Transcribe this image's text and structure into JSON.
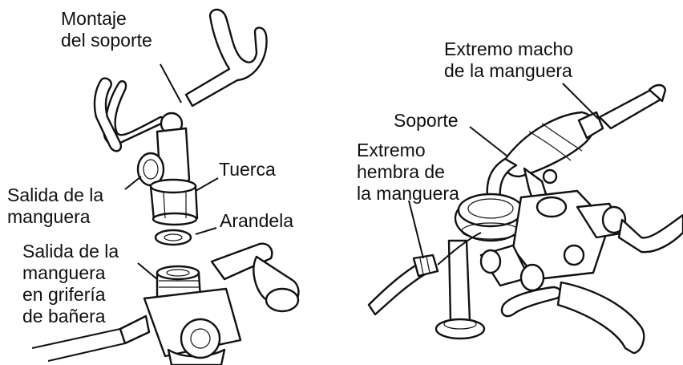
{
  "left_diagram": {
    "labels": {
      "support_assembly": [
        "Montaje",
        "del soporte"
      ],
      "nut": "Tuerca",
      "hose_outlet": [
        "Salida de la",
        "manguera"
      ],
      "washer": "Arandela",
      "tub_faucet_hose_outlet": [
        "Salida de la",
        "manguera",
        "en grifería",
        "de bañera"
      ]
    }
  },
  "right_diagram": {
    "labels": {
      "hose_male_end": [
        "Extremo macho",
        "de la manguera"
      ],
      "support": "Soporte",
      "hose_female_end": [
        "Extremo",
        "hembra de",
        "la manguera"
      ]
    }
  }
}
